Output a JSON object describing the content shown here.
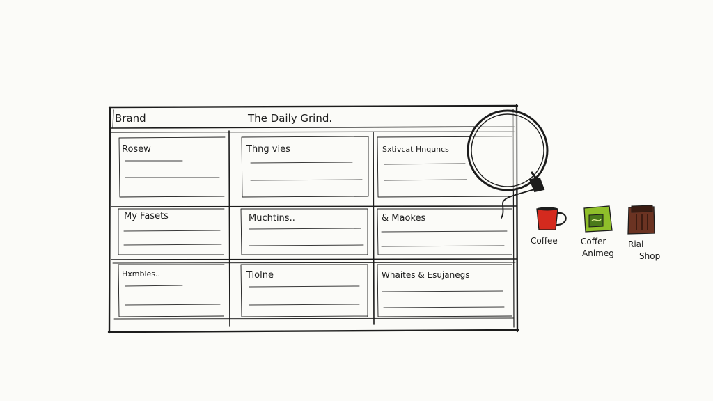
{
  "header": {
    "brand_label": "Brand",
    "title": "The Daily Grind."
  },
  "grid": {
    "cells": [
      "Rosew",
      "Thng vies",
      "Sxtivcat Hnquncs",
      "My Fasets",
      "Muchtins..",
      "& Maokes",
      "Hxmbles..",
      "Tiolne",
      "Whaites & Esujanegs"
    ]
  },
  "products": [
    {
      "label": "Coffee",
      "icon": "coffee-mug-icon",
      "color": "#d42a1e"
    },
    {
      "label": "Coffer Animeg",
      "icon": "coffee-box-icon",
      "color": "#8fbf2a"
    },
    {
      "label": "Rial Shop",
      "icon": "coffee-machine-icon",
      "color": "#6b3322"
    }
  ],
  "colors": {
    "ink": "#1c1c1c",
    "paper": "#fbfbf8"
  }
}
